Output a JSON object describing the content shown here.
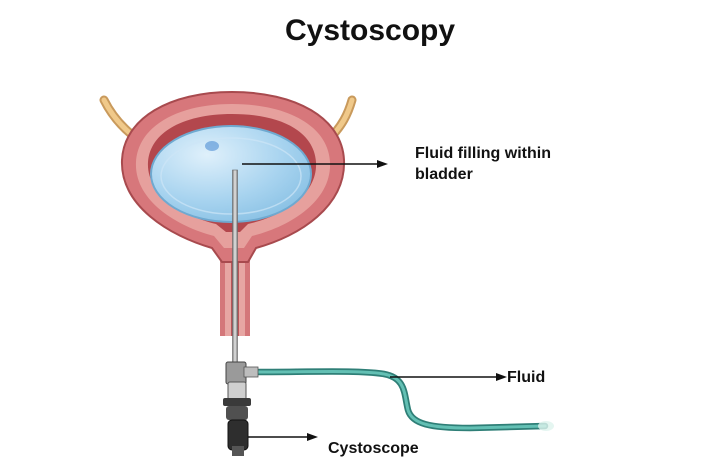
{
  "title": "Cystoscopy",
  "labels": {
    "fluid_filling": "Fluid filling within bladder",
    "fluid": "Fluid",
    "cystoscope": "Cystoscope"
  },
  "colors": {
    "bladder_wall": "#d9797c",
    "bladder_inner": "#b74a4f",
    "fluid": "#a9d4ee",
    "tubing": "#4aa49a",
    "ureter": "#e9b877"
  }
}
